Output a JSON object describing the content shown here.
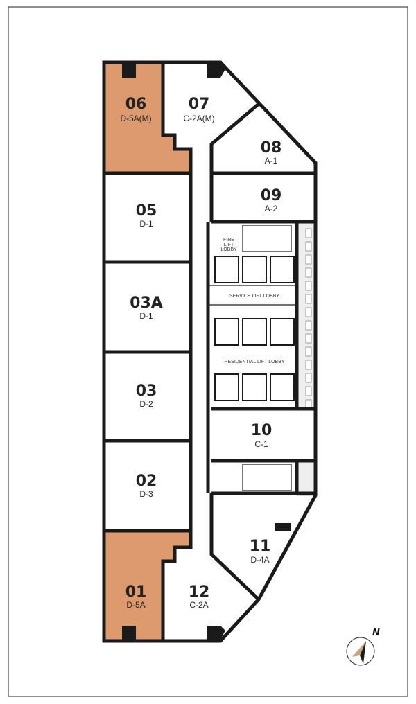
{
  "colors": {
    "highlight": "#DD9A6E",
    "wall": "#1a1a1a",
    "background": "#ffffff",
    "compass_tan": "#C2A27C"
  },
  "units": [
    {
      "id": "06",
      "number": "06",
      "type": "D-5A(M)",
      "highlighted": true
    },
    {
      "id": "07",
      "number": "07",
      "type": "C-2A(M)",
      "highlighted": false
    },
    {
      "id": "08",
      "number": "08",
      "type": "A-1",
      "highlighted": false
    },
    {
      "id": "09",
      "number": "09",
      "type": "A-2",
      "highlighted": false
    },
    {
      "id": "05",
      "number": "05",
      "type": "D-1",
      "highlighted": false
    },
    {
      "id": "03A",
      "number": "03A",
      "type": "D-1",
      "highlighted": false
    },
    {
      "id": "03",
      "number": "03",
      "type": "D-2",
      "highlighted": false
    },
    {
      "id": "02",
      "number": "02",
      "type": "D-3",
      "highlighted": false
    },
    {
      "id": "10",
      "number": "10",
      "type": "C-1",
      "highlighted": false
    },
    {
      "id": "11",
      "number": "11",
      "type": "D-4A",
      "highlighted": false
    },
    {
      "id": "01",
      "number": "01",
      "type": "D-5A",
      "highlighted": true
    },
    {
      "id": "12",
      "number": "12",
      "type": "C-2A",
      "highlighted": false
    }
  ],
  "lobbies": {
    "fire": [
      "FIRE",
      "LIFT",
      "LOBBY"
    ],
    "service": "SERVICE LIFT LOBBY",
    "residential": "RESIDENTIAL LIFT LOBBY"
  },
  "compass": {
    "label": "N"
  }
}
